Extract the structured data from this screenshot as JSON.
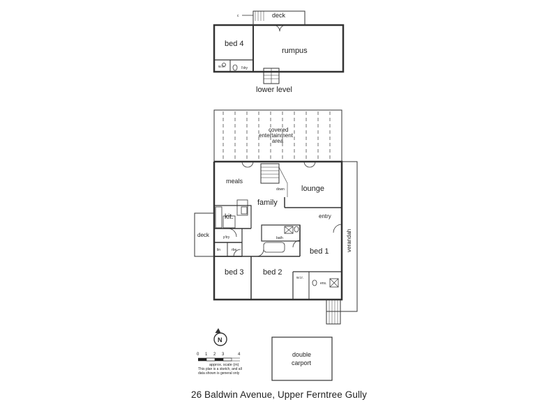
{
  "lower": {
    "deck": "deck",
    "bed4": "bed 4",
    "rumpus": "rumpus",
    "wir": "w.i.r.",
    "laundry": "l'dry",
    "caption": "lower level",
    "tag": "c"
  },
  "upper": {
    "covered_1": "covered",
    "covered_2": "entertainment",
    "covered_3": "area",
    "down": "down",
    "meals": "meals",
    "lounge": "lounge",
    "family": "family",
    "kit": "kit.",
    "pantry": "p'try",
    "deck": "deck",
    "bath": "bath",
    "entry": "entry",
    "verandah": "verandah",
    "bed1": "bed 1",
    "bed2": "bed 2",
    "bed3": "bed 3",
    "ens": "ens.",
    "wir": "w.i.r.",
    "linen": "lin",
    "robe": "rbe"
  },
  "legend": {
    "north": "N",
    "ticks": [
      "0",
      "1",
      "2",
      "3",
      "4"
    ],
    "scale": "approx. scale (m)",
    "note_1": "This plan is a sketch, and all",
    "note_2": "data shown is general only"
  },
  "carport": {
    "line1": "double",
    "line2": "carport"
  },
  "address": "26 Baldwin Avenue, Upper Ferntree Gully"
}
